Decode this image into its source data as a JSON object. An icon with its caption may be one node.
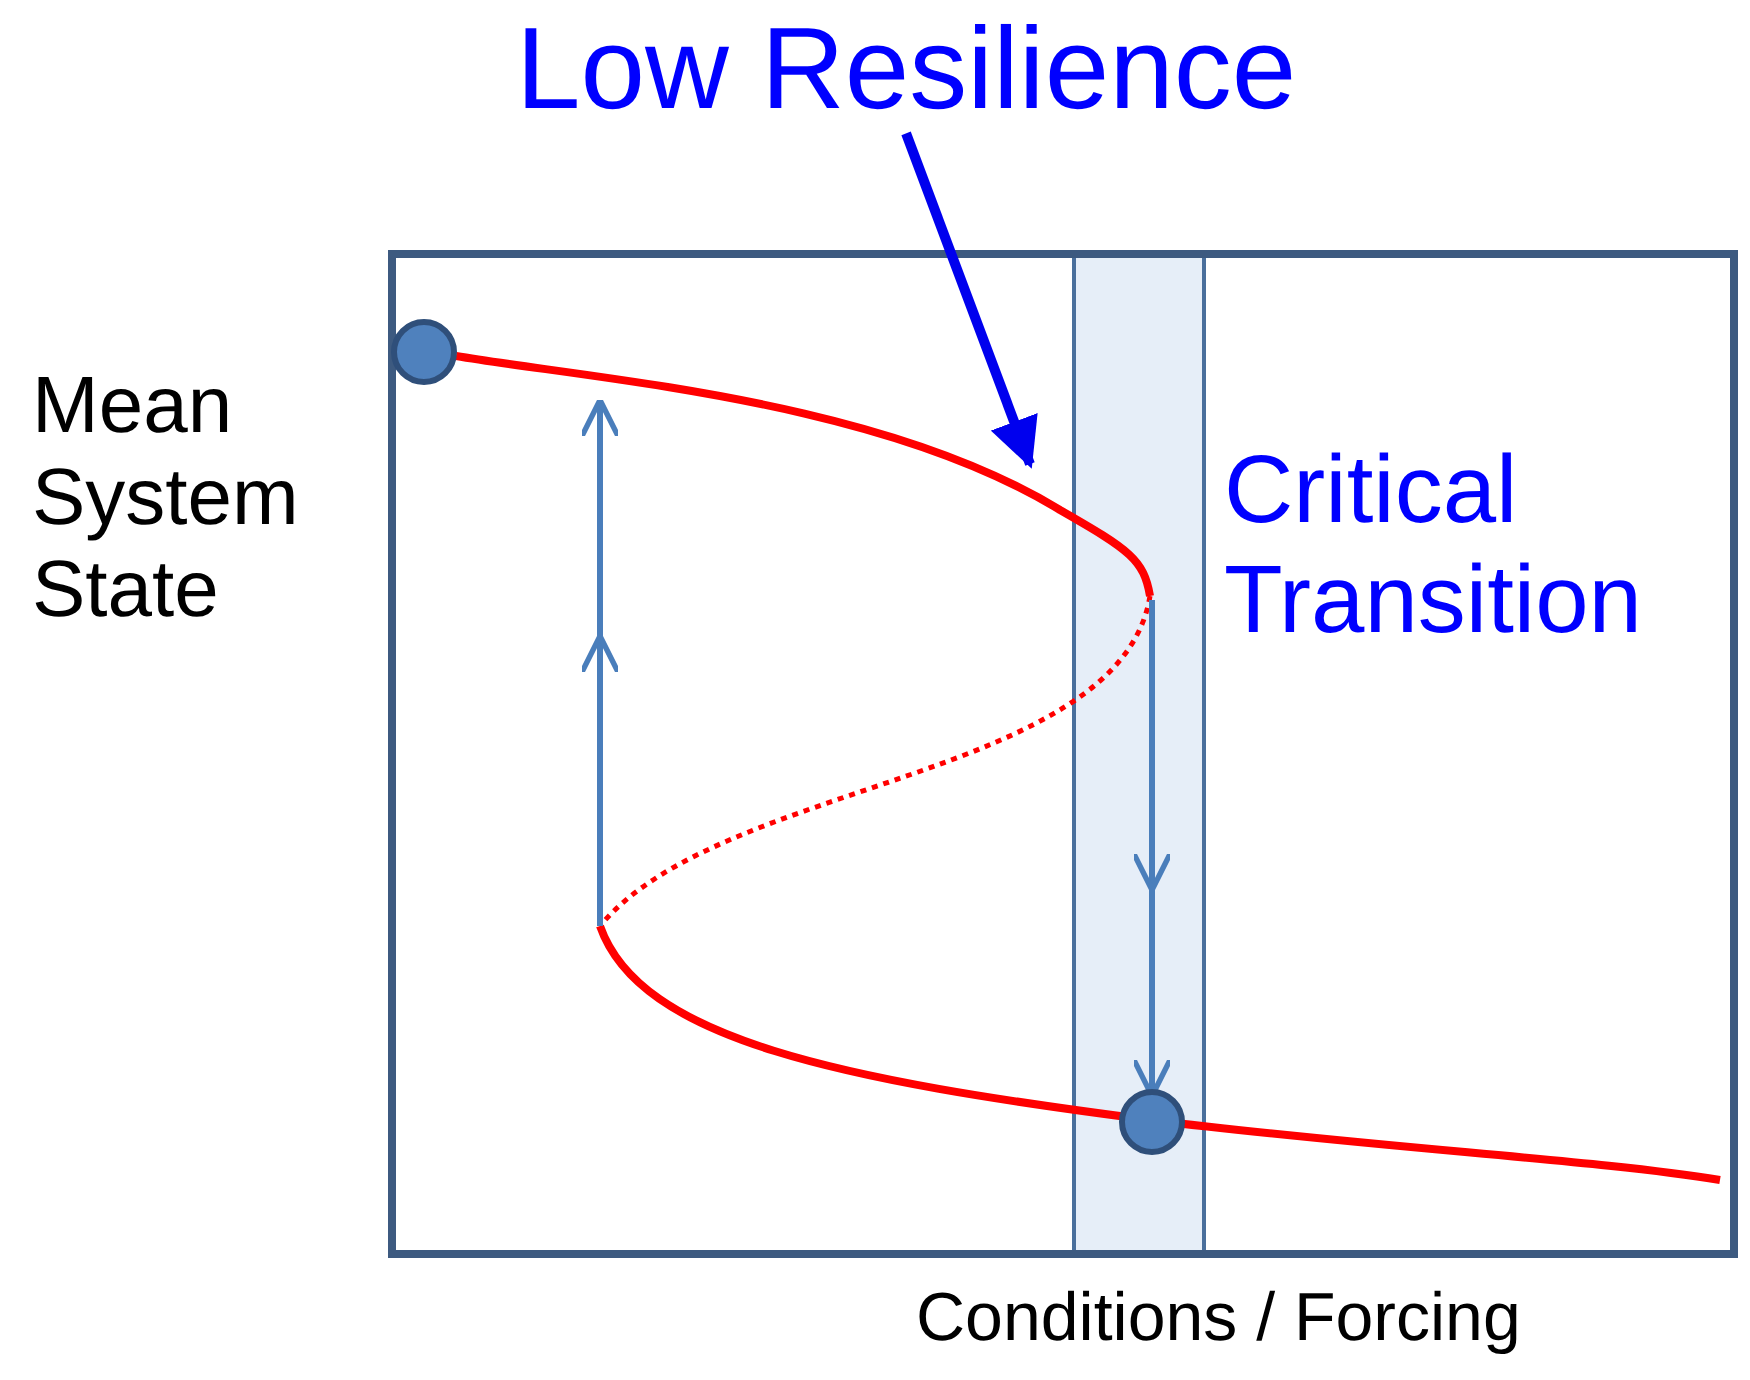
{
  "diagram": {
    "nodes": [
      {
        "text": [
          "Low Resilience"
        ]
      },
      {
        "text": [],
        "shape": "curve"
      }
    ],
    "edges": [
      {
        "from": 0,
        "to": 1,
        "arrow": "to"
      }
    ],
    "labels": [
      "Mean System State",
      "Critical Transition",
      "Conditions / Forcing"
    ]
  }
}
